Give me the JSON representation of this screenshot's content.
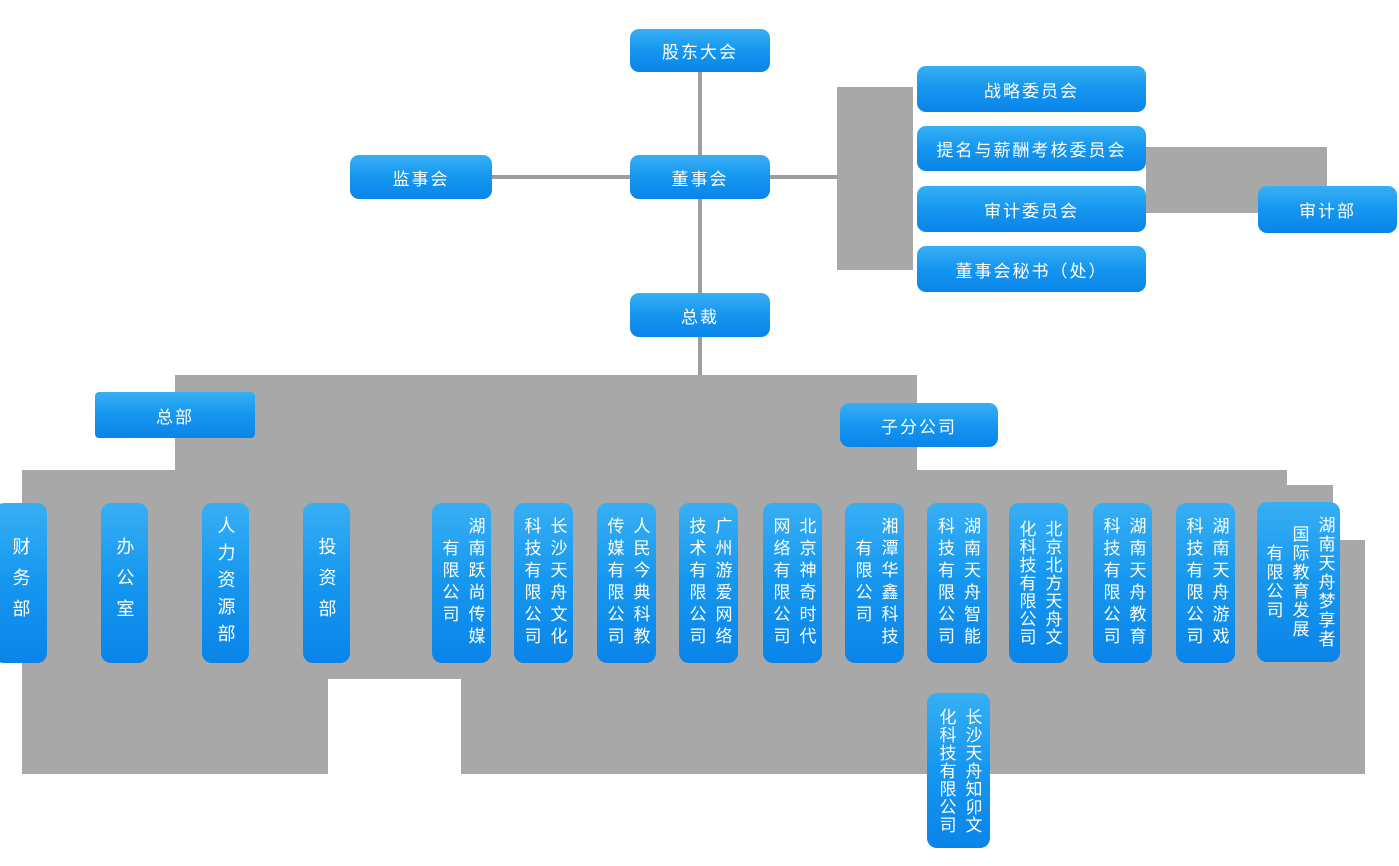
{
  "nodes": {
    "shareholders": {
      "label": "股东大会"
    },
    "supervisory": {
      "label": "监事会"
    },
    "board": {
      "label": "董事会"
    },
    "president": {
      "label": "总裁"
    },
    "headquarters": {
      "label": "总部"
    },
    "subsidiaries": {
      "label": "子分公司"
    },
    "audit_dept": {
      "label": "审计部"
    }
  },
  "committees": [
    {
      "label": "战略委员会"
    },
    {
      "label": "提名与薪酬考核委员会"
    },
    {
      "label": "审计委员会"
    },
    {
      "label": "董事会秘书（处）"
    }
  ],
  "departments": [
    {
      "label": "财务部"
    },
    {
      "label": "办公室"
    },
    {
      "label": "人力资源部"
    },
    {
      "label": "投资部"
    }
  ],
  "companies": [
    {
      "label": "湖南跃尚传媒\n有限公司"
    },
    {
      "label": "长沙天舟文化\n科技有限公司"
    },
    {
      "label": "人民今典科教\n传媒有限公司"
    },
    {
      "label": "广州游爱网络\n技术有限公司"
    },
    {
      "label": "北京神奇时代\n网络有限公司"
    },
    {
      "label": "湘潭华鑫科技\n有限公司"
    },
    {
      "label": "湖南天舟智能\n科技有限公司"
    },
    {
      "label": "北京北方天舟文\n化科技有限公司"
    },
    {
      "label": "湖南天舟教育\n科技有限公司"
    },
    {
      "label": "湖南天舟游戏\n科技有限公司"
    },
    {
      "label": "湖南天舟梦享者\n国际教育发展\n有限公司"
    }
  ],
  "sub_company": {
    "label": "长沙天舟知卯文\n化科技有限公司"
  },
  "colors": {
    "node_blue_top": "#38aff4",
    "node_blue_bottom": "#0a84e9",
    "connector_gray": "#a8a8a8",
    "text": "#ffffff"
  }
}
